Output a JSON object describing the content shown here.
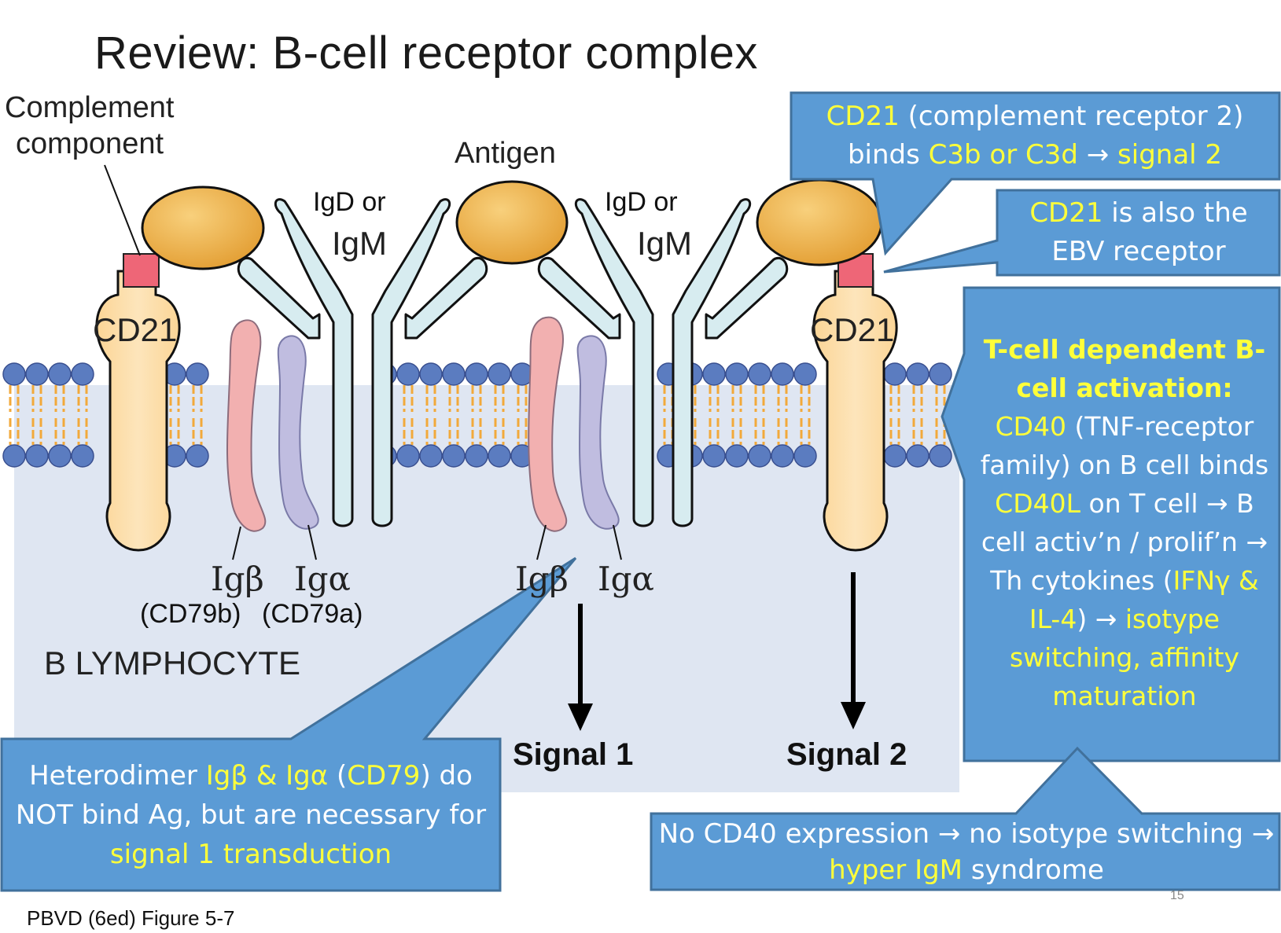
{
  "title": "Review: B-cell receptor complex",
  "diagram": {
    "complement_label_line1": "Complement",
    "complement_label_line2": "component",
    "antigen_label": "Antigen",
    "igd_left_line1": "IgD or",
    "igd_left_line2": "IgM",
    "igd_right_line1": "IgD or",
    "igd_right_line2": "IgM",
    "cd21_left": "CD21",
    "cd21_right": "CD21",
    "igb_left": "Igβ",
    "iga_left": "Igα",
    "cd79b": "(CD79b)",
    "cd79a": "(CD79a)",
    "igb_mid": "Igβ",
    "iga_mid": "Igα",
    "cell_label": "B LYMPHOCYTE",
    "signal1": "Signal 1",
    "signal2": "Signal 2"
  },
  "callouts": {
    "cd21_box": {
      "seg1": "CD21",
      "seg2": " (complement receptor 2) binds ",
      "seg3": "C3b or C3d",
      "seg4": " → ",
      "seg5": "signal 2"
    },
    "ebv_box": {
      "seg1": "CD21",
      "seg2": " is also the EBV receptor"
    },
    "tcell_box": {
      "heading": "T-cell dependent B-cell activation:",
      "seg1": "CD40",
      "seg2": " (TNF-receptor family) on B cell binds ",
      "seg3": "CD40L",
      "seg4": " on T cell → B cell activ’n / prolif’n → Th cytokines (",
      "seg5": "IFNγ & IL-4",
      "seg6": ") → ",
      "seg7": "isotype switching, affinity maturation"
    },
    "cd79_box": {
      "seg1": "Heterodimer ",
      "seg2": "Igβ & Igα",
      "seg3": " (",
      "seg4": "CD79",
      "seg5": ") do NOT bind Ag, but are necessary for ",
      "seg6": "signal 1 transduction"
    },
    "cd40_box": {
      "seg1": "No CD40 expression → no isotype switching → ",
      "seg2": "hyper IgM",
      "seg3": " syndrome"
    }
  },
  "footer": "PBVD (6ed) Figure 5-7",
  "page_number": "15",
  "colors": {
    "callout_fill": "#5b9bd5",
    "callout_border": "#41719c",
    "highlight_text": "#ffff3a",
    "cytoplasm": "#dfe6f2",
    "lipid_head": "#5b7cc0",
    "lipid_tail": "#f2a93b",
    "antigen": "#f0b44e",
    "cd21": "#fde0ad",
    "complement": "#ee6677",
    "ig": "#d7ecf0",
    "igb": "#f2b0b0",
    "iga": "#c0bde0"
  }
}
